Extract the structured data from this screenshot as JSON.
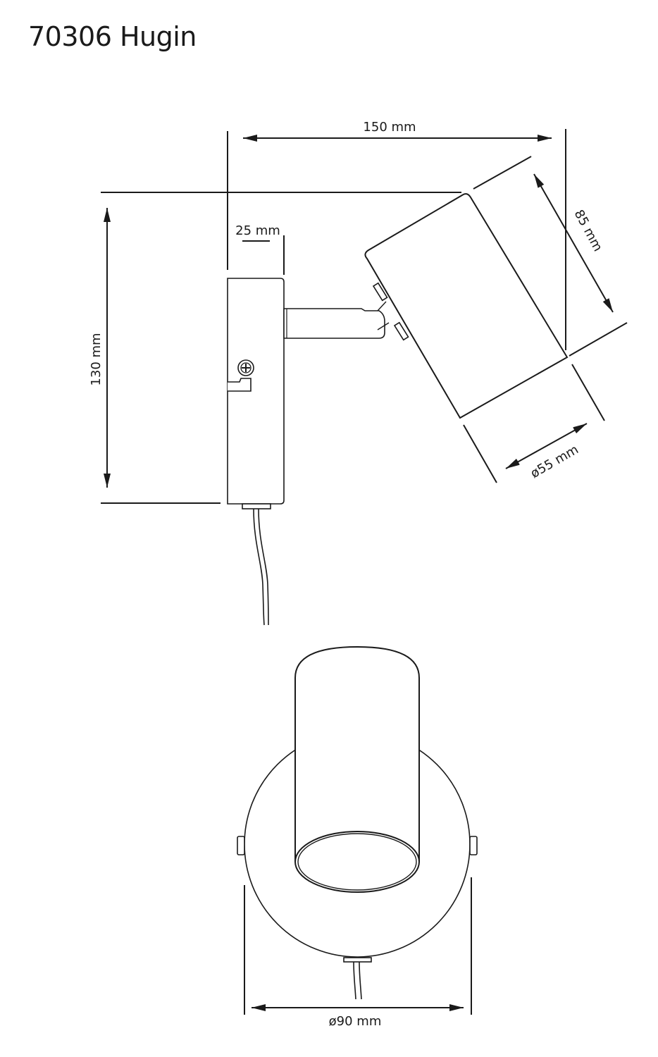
{
  "title": "70306 Hugin",
  "side_view": {
    "width_label": "150 mm",
    "height_label": "130 mm",
    "depth_label": "25 mm",
    "head_length_label": "85 mm",
    "head_diameter_label": "ø55 mm"
  },
  "front_view": {
    "base_diameter_label": "ø90 mm"
  },
  "colors": {
    "line": "#1a1a1a",
    "background": "#ffffff"
  }
}
